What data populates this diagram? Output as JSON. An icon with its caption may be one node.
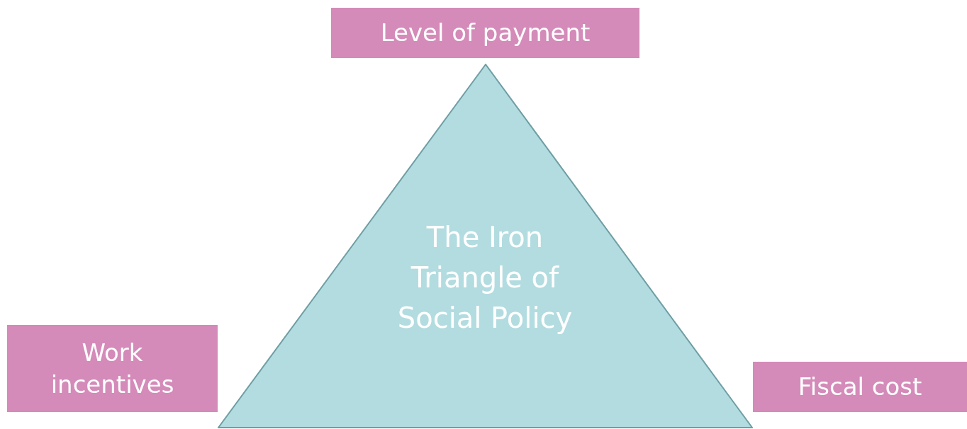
{
  "diagram": {
    "nodes": [
      {
        "text": [
          "Level of payment"
        ]
      },
      {
        "text": [
          "The Iron Triangle of Social Policy"
        ]
      },
      {
        "text": [
          "Work incentives"
        ]
      },
      {
        "text": [
          "Fiscal cost"
        ]
      }
    ]
  }
}
